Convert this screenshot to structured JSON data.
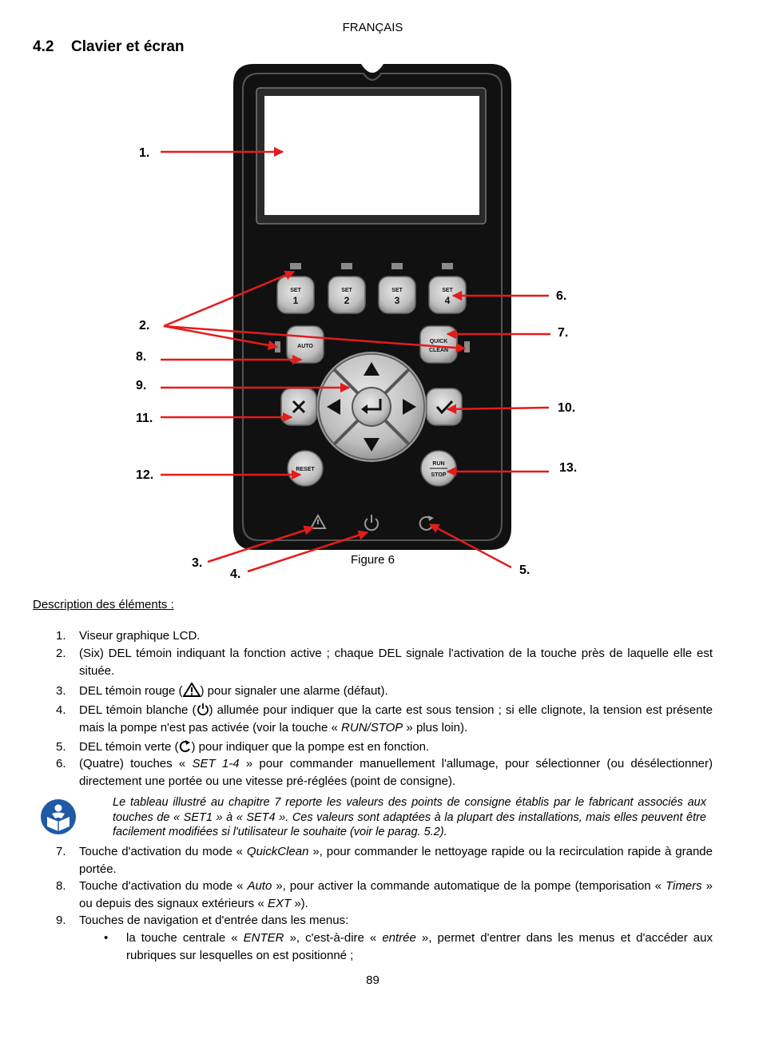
{
  "header": {
    "language": "FRANÇAIS"
  },
  "section": {
    "number": "4.2",
    "title": "Clavier et écran"
  },
  "figure": {
    "caption": "Figure 6",
    "callouts": [
      "1.",
      "2.",
      "3.",
      "4.",
      "5.",
      "6.",
      "7.",
      "8.",
      "9.",
      "10.",
      "11.",
      "12.",
      "13."
    ],
    "keys": {
      "set_label": "SET",
      "set_numbers": [
        "1",
        "2",
        "3",
        "4"
      ],
      "auto": "AUTO",
      "quick": "QUICK",
      "clean": "CLEAN",
      "reset": "RESET",
      "run": "RUN",
      "stop": "STOP"
    },
    "colors": {
      "callout_arrow": "#e51b1b",
      "panel": "#111111",
      "key": "#c9c9c9",
      "screen": "#ffffff"
    }
  },
  "description_title": "Description des éléments :",
  "items": [
    {
      "n": "1.",
      "text": "Viseur graphique LCD."
    },
    {
      "n": "2.",
      "text": "(Six) DEL témoin indiquant la fonction active ; chaque DEL signale l'activation de la touche près de laquelle elle est située."
    },
    {
      "n": "3.",
      "a": "DEL témoin rouge (",
      "b": ") pour signaler une alarme (défaut).",
      "icon": "warning-icon"
    },
    {
      "n": "4.",
      "a": "DEL témoin blanche (",
      "b": ") allumée pour indiquer que la carte est sous tension ; si elle clignote, la tension est présente mais la pompe n'est pas activée (voir la touche « ",
      "c": "RUN/STOP",
      "d": " » plus loin).",
      "icon": "power-icon"
    },
    {
      "n": "5.",
      "a": "DEL témoin verte (",
      "b": ") pour indiquer que la pompe est en fonction.",
      "icon": "refresh-icon"
    },
    {
      "n": "6.",
      "a": "(Quatre) touches « ",
      "b": "SET 1-4",
      "c": " » pour commander manuellement l'allumage, pour sélectionner (ou désélectionner) directement une portée ou une vitesse pré-réglées (point de consigne)."
    },
    {
      "n": "7.",
      "a": "Touche d'activation du mode « ",
      "b": "QuickClean",
      "c": " », pour commander le nettoyage rapide ou la recirculation rapide à grande portée."
    },
    {
      "n": "8.",
      "a": "Touche d'activation du mode « ",
      "b": "Auto",
      "c": " », pour activer la commande automatique de la pompe (temporisation « ",
      "d": "Timers",
      "e": " » ou depuis des signaux extérieurs « ",
      "f": "EXT",
      "g": " »)."
    },
    {
      "n": "9.",
      "text": "Touches de navigation et d'entrée dans les menus:"
    }
  ],
  "note": "Le tableau illustré au chapitre 7 reporte les valeurs des points de consigne établis par le fabricant associés aux touches de « SET1 » à « SET4 ». Ces valeurs sont adaptées à la plupart des installations, mais elles peuvent être facilement modifiées si l'utilisateur le souhaite (voir le parag. 5.2).",
  "note_icon": "manual-reading-icon",
  "bullet": {
    "symbol": "•",
    "a": "la touche centrale « ",
    "b": "ENTER",
    "c": " », c'est-à-dire « ",
    "d": "entrée",
    "e": " », permet d'entrer dans les menus et d'accéder aux rubriques sur lesquelles on est positionné ;"
  },
  "page_number": "89"
}
